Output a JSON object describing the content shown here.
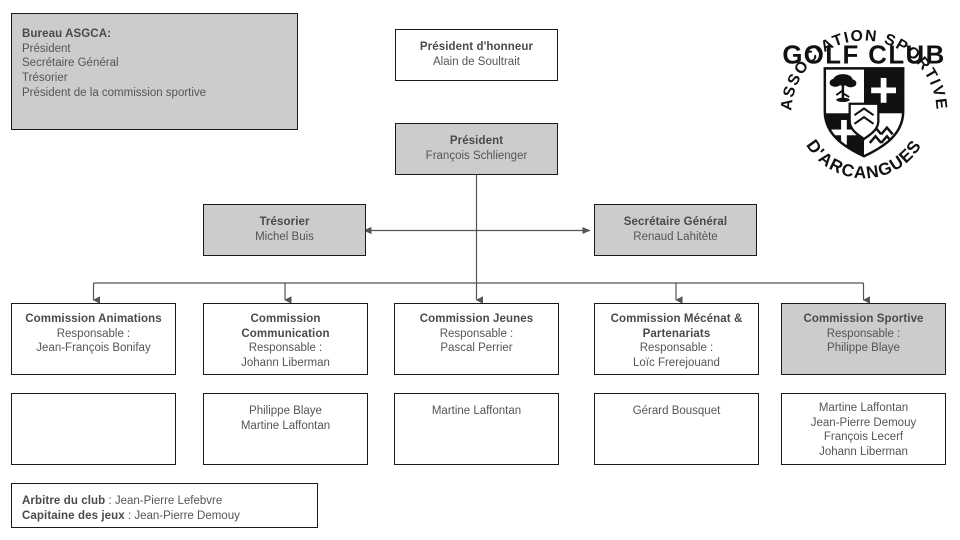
{
  "document": {
    "kind": "organization-chart",
    "language": "fr"
  },
  "bureau": {
    "heading": "Bureau ASGCA:",
    "roles": [
      "Président",
      "Secrétaire Général",
      "Trésorier",
      "Président de la commission sportive"
    ]
  },
  "honorary": {
    "title": "Président d'honneur",
    "name": "Alain de Soultrait"
  },
  "president": {
    "title": "Président",
    "name": "François Schlienger"
  },
  "treasurer": {
    "title": "Trésorier",
    "name": "Michel Buis"
  },
  "secretary": {
    "title": "Secrétaire Général",
    "name": "Renaud Lahitète"
  },
  "commissions": [
    {
      "id": "animations",
      "title": "Commission Animations",
      "role_label": "Responsable :",
      "lead": "Jean-François Bonifay",
      "highlighted": false,
      "members": []
    },
    {
      "id": "communication",
      "title": "Commission Communication",
      "role_label": "Responsable :",
      "lead": "Johann Liberman",
      "highlighted": false,
      "members": [
        "Philippe Blaye",
        "Martine Laffontan"
      ]
    },
    {
      "id": "jeunes",
      "title": "Commission Jeunes",
      "role_label": "Responsable :",
      "lead": "Pascal Perrier",
      "highlighted": false,
      "members": [
        "Martine Laffontan"
      ]
    },
    {
      "id": "mecenat",
      "title": "Commission Mécénat & Partenariats",
      "role_label": "Responsable :",
      "lead": "Loïc Frerejouand",
      "highlighted": false,
      "members": [
        "Gérard Bousquet"
      ]
    },
    {
      "id": "sportive",
      "title": "Commission Sportive",
      "role_label": "Responsable :",
      "lead": "Philippe Blaye",
      "highlighted": true,
      "members": [
        "Martine Laffontan",
        "Jean-Pierre Demouy",
        "François Lecerf",
        "Johann Liberman"
      ]
    }
  ],
  "footer": {
    "rows": [
      {
        "label": "Arbitre du club",
        "separator": " : ",
        "value": "Jean-Pierre Lefebvre"
      },
      {
        "label": "Capitaine des jeux",
        "separator": " : ",
        "value": "Jean-Pierre Demouy"
      }
    ]
  },
  "logo": {
    "arc_top": "ASSOCIATION SPORTIVE",
    "line_main": "GOLF CLUB",
    "arc_bottom": "D'ARCANGUES",
    "emblem": "heraldic-shield"
  },
  "colors": {
    "fill_gray": "#cccccc",
    "border": "#1a1a1a",
    "text": "#555555",
    "title_text": "#4a4a4a",
    "connector": "#555555",
    "background": "#ffffff"
  }
}
